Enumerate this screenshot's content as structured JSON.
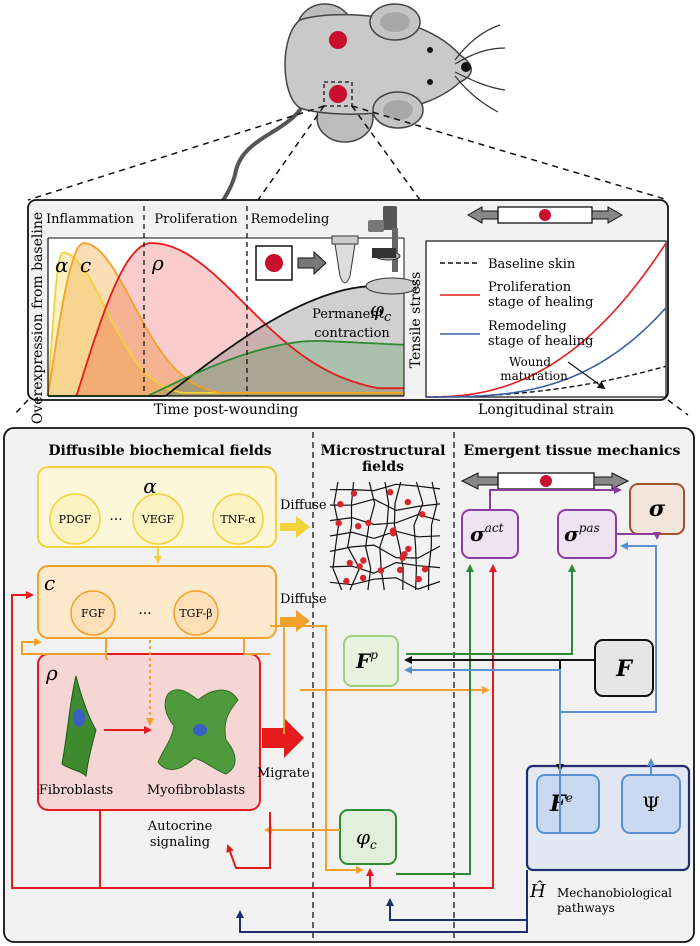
{
  "top_panel": {
    "stages": [
      "Inflammation",
      "Proliferation",
      "Remodeling"
    ],
    "y_label": "Overexpression from baseline",
    "x_label": "Time post-wounding",
    "curve_labels": {
      "alpha": "α",
      "c": "c",
      "rho": "ρ",
      "phi": "φ",
      "phi_sub": "c"
    },
    "contraction_label_1": "Permanent",
    "contraction_label_2": "contraction"
  },
  "stress_panel": {
    "y_label": "Tensile stress",
    "x_label": "Longitudinal strain",
    "legend": [
      {
        "line1": "Baseline skin",
        "line2": "",
        "color": "#111111",
        "dash": true
      },
      {
        "line1": "Proliferation",
        "line2": "stage of healing",
        "color": "#e41a1c",
        "dash": false
      },
      {
        "line1": "Remodeling",
        "line2": "stage of healing",
        "color": "#3b5fa8",
        "dash": false
      }
    ],
    "annotation_1": "Wound",
    "annotation_2": "maturation"
  },
  "bottom_panel": {
    "section_titles": {
      "biochemical": "Diffusible biochemical fields",
      "micro_1": "Microstructural",
      "micro_2": "fields",
      "mechanics": "Emergent tissue mechanics"
    },
    "alpha_box": {
      "symbol": "α",
      "items": [
        "PDGF",
        "VEGF",
        "TNF-α"
      ],
      "ellipsis": "···"
    },
    "c_box": {
      "symbol": "c",
      "items": [
        "FGF",
        "TGF-β"
      ],
      "ellipsis": "···"
    },
    "rho_box": {
      "symbol": "ρ",
      "left_cell": "Fibroblasts",
      "right_cell": "Myofibroblasts"
    },
    "diffuse_labels": [
      "Diffuse",
      "Diffuse"
    ],
    "migrate_label": "Migrate",
    "autocrine_1": "Autocrine",
    "autocrine_2": "signaling",
    "Fp": {
      "base": "F",
      "sup": "p"
    },
    "phi_c": {
      "base": "φ",
      "sub": "c"
    },
    "sigma": "σ",
    "sigma_act": {
      "base": "σ",
      "sup": "act"
    },
    "sigma_pas": {
      "base": "σ",
      "sup": "pas"
    },
    "F": "F",
    "Fe": {
      "base": "F",
      "sup": "e"
    },
    "Psi": "Ψ",
    "H_hat": "Ĥ",
    "mechano_1": "Mechanobiological",
    "mechano_2": "pathways"
  },
  "colors": {
    "red": "#e41a1c",
    "orange": "#f3a12a",
    "yellow": "#f2d13a",
    "green": "#2e8b34",
    "purple": "#8a3ea0",
    "brown": "#a0522d",
    "blue": "#5a8fd0",
    "navy": "#1f2e6e",
    "black": "#111111"
  }
}
